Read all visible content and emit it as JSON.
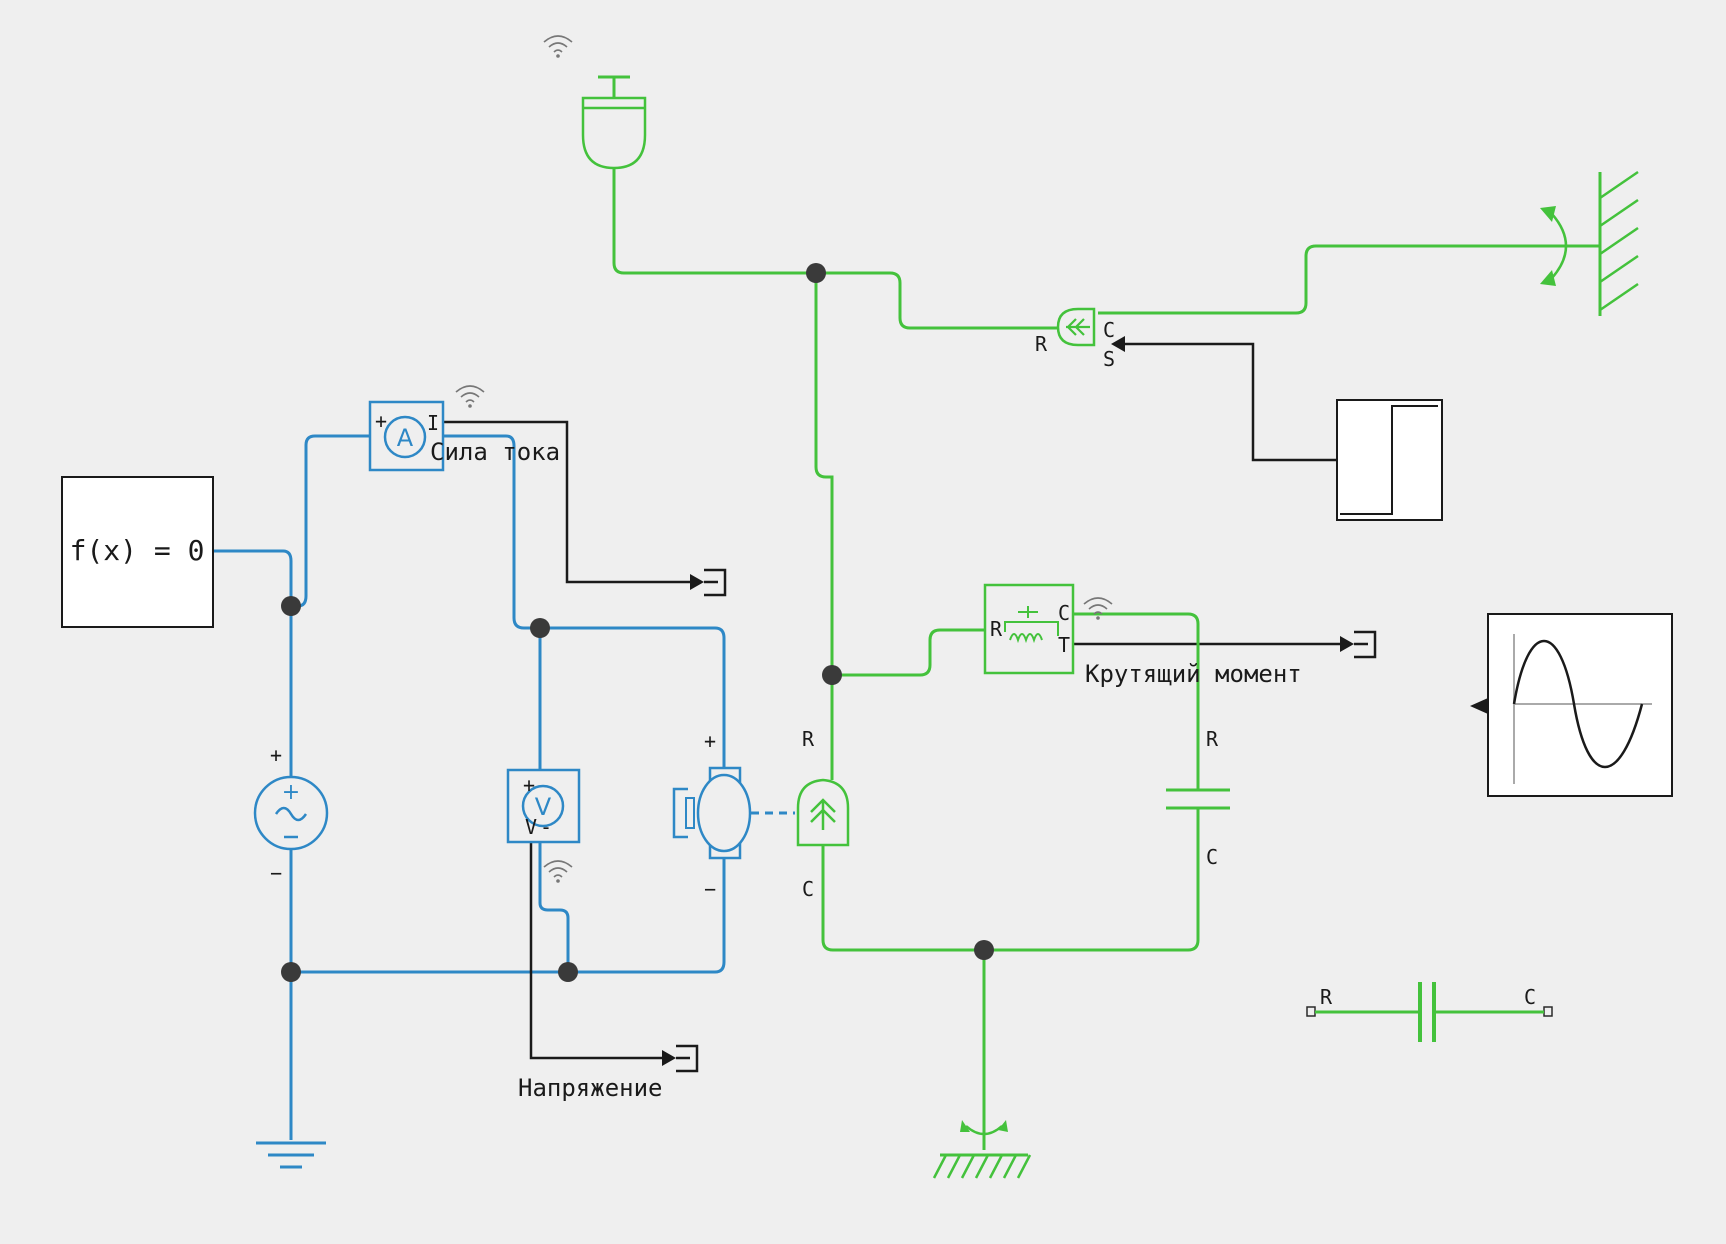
{
  "colors": {
    "electrical": "#2e88c6",
    "mechanical": "#44c23c",
    "signal": "#1a1a1a",
    "background": "#efefef"
  },
  "blocks": {
    "solver": {
      "text": "f(x) = 0"
    },
    "step_source": {
      "icon": "step-icon"
    },
    "sine_source": {
      "icon": "sine-wave-icon"
    }
  },
  "labels": {
    "current": "Сила тока",
    "voltage": "Напряжение",
    "torque": "Крутящий момент"
  },
  "components": {
    "ammeter": {
      "symbol": "A",
      "plus": "+",
      "out": "I"
    },
    "voltmeter": {
      "symbol": "V",
      "plus": "+",
      "minus": "-",
      "out": "V"
    },
    "ac_source": {
      "plus": "+",
      "minus": "−"
    },
    "motor": {
      "plus": "+",
      "minus": "−"
    },
    "ideal_torque_source": {
      "port_r": "R",
      "port_c": "C"
    },
    "clutch": {
      "port_r": "R",
      "port_c": "C",
      "port_s": "S"
    },
    "torque_sensor": {
      "port_r": "R",
      "port_c": "C",
      "port_t": "T"
    },
    "inertia_spring": {
      "port_r": "R",
      "port_c": "C"
    },
    "legend_spring": {
      "port_r": "R",
      "port_c": "C"
    }
  }
}
